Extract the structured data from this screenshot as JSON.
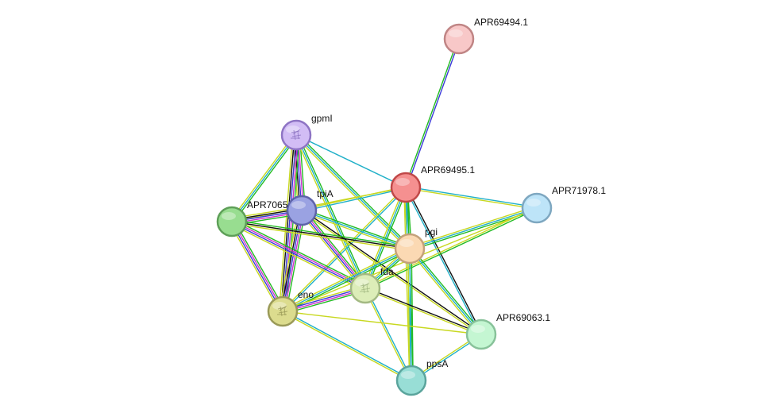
{
  "network": {
    "nodes": [
      {
        "id": "APR69494.1",
        "label": "APR69494.1",
        "color": "#f8c8c8",
        "stroke": "#c08585",
        "texture": false
      },
      {
        "id": "gpmI",
        "label": "gpmI",
        "color": "#d2bdf5",
        "stroke": "#8e74c4",
        "texture": true
      },
      {
        "id": "APR69495.1",
        "label": "APR69495.1",
        "color": "#f59090",
        "stroke": "#c04848",
        "texture": false
      },
      {
        "id": "APR71978.1",
        "label": "APR71978.1",
        "color": "#bde4f8",
        "stroke": "#7ea7c0",
        "texture": false
      },
      {
        "id": "tpiA",
        "label": "tpiA",
        "color": "#9aa2e2",
        "stroke": "#5d63a8",
        "texture": false
      },
      {
        "id": "APR70659",
        "label": "APR7065",
        "color": "#98dd90",
        "stroke": "#5e9f58",
        "texture": false
      },
      {
        "id": "pgi",
        "label": "pgi",
        "color": "#fbd9b3",
        "stroke": "#c4a17a",
        "texture": false
      },
      {
        "id": "fda",
        "label": "fda",
        "color": "#dcedb8",
        "stroke": "#a3b983",
        "texture": true
      },
      {
        "id": "eno",
        "label": "eno",
        "color": "#dcdc8e",
        "stroke": "#9a9a58",
        "texture": true
      },
      {
        "id": "APR69063.1",
        "label": "APR69063.1",
        "color": "#c4f6d2",
        "stroke": "#88c29a",
        "texture": false
      },
      {
        "id": "ppsA",
        "label": "ppsA",
        "color": "#98ded6",
        "stroke": "#5aa49c",
        "texture": false
      }
    ],
    "edges": [
      {
        "a": "APR69494.1",
        "b": "APR69495.1",
        "colors": [
          "#3a3ad8",
          "#22bb22"
        ]
      },
      {
        "a": "gpmI",
        "b": "APR69495.1",
        "colors": [
          "#20b0c8"
        ]
      },
      {
        "a": "gpmI",
        "b": "tpiA",
        "colors": [
          "#22bb22",
          "#cc33cc",
          "#3a3ad8",
          "#111111",
          "#c8d820"
        ]
      },
      {
        "a": "gpmI",
        "b": "APR70659",
        "colors": [
          "#22bb22",
          "#20b0c8",
          "#c8d820"
        ]
      },
      {
        "a": "gpmI",
        "b": "eno",
        "colors": [
          "#22bb22",
          "#cc33cc",
          "#3a3ad8",
          "#111111",
          "#c8d820"
        ]
      },
      {
        "a": "gpmI",
        "b": "fda",
        "colors": [
          "#22bb22",
          "#20b0c8",
          "#c8d820"
        ]
      },
      {
        "a": "gpmI",
        "b": "pgi",
        "colors": [
          "#22bb22",
          "#20b0c8",
          "#c8d820"
        ]
      },
      {
        "a": "APR69495.1",
        "b": "APR71978.1",
        "colors": [
          "#20b0c8",
          "#c8d820"
        ]
      },
      {
        "a": "APR69495.1",
        "b": "tpiA",
        "colors": [
          "#20b0c8",
          "#c8d820"
        ]
      },
      {
        "a": "APR69495.1",
        "b": "APR70659",
        "colors": [
          "#c8d820"
        ]
      },
      {
        "a": "APR69495.1",
        "b": "pgi",
        "colors": [
          "#22bb22",
          "#20b0c8",
          "#c8d820"
        ]
      },
      {
        "a": "APR69495.1",
        "b": "fda",
        "colors": [
          "#22bb22",
          "#20b0c8",
          "#c8d820"
        ]
      },
      {
        "a": "APR69495.1",
        "b": "eno",
        "colors": [
          "#20b0c8",
          "#c8d820"
        ]
      },
      {
        "a": "APR69495.1",
        "b": "APR69063.1",
        "colors": [
          "#111111",
          "#20b0c8"
        ]
      },
      {
        "a": "APR69495.1",
        "b": "ppsA",
        "colors": [
          "#22bb22",
          "#20b0c8",
          "#c8d820"
        ]
      },
      {
        "a": "APR71978.1",
        "b": "pgi",
        "colors": [
          "#22bb22",
          "#20b0c8",
          "#c8d820"
        ]
      },
      {
        "a": "APR71978.1",
        "b": "fda",
        "colors": [
          "#22bb22",
          "#c8d820"
        ]
      },
      {
        "a": "APR71978.1",
        "b": "eno",
        "colors": [
          "#c8d820"
        ]
      },
      {
        "a": "tpiA",
        "b": "APR70659",
        "colors": [
          "#22bb22",
          "#cc33cc",
          "#3a3ad8",
          "#111111",
          "#c8d820"
        ]
      },
      {
        "a": "tpiA",
        "b": "eno",
        "colors": [
          "#22bb22",
          "#cc33cc",
          "#3a3ad8",
          "#111111",
          "#c8d820"
        ]
      },
      {
        "a": "tpiA",
        "b": "fda",
        "colors": [
          "#22bb22",
          "#cc33cc",
          "#3a3ad8",
          "#c8d820"
        ]
      },
      {
        "a": "tpiA",
        "b": "pgi",
        "colors": [
          "#22bb22",
          "#20b0c8",
          "#c8d820"
        ]
      },
      {
        "a": "tpiA",
        "b": "APR69063.1",
        "colors": [
          "#111111",
          "#c8d820"
        ]
      },
      {
        "a": "APR70659",
        "b": "eno",
        "colors": [
          "#22bb22",
          "#cc33cc",
          "#3a3ad8",
          "#c8d820"
        ]
      },
      {
        "a": "APR70659",
        "b": "fda",
        "colors": [
          "#22bb22",
          "#cc33cc",
          "#3a3ad8",
          "#c8d820"
        ]
      },
      {
        "a": "APR70659",
        "b": "pgi",
        "colors": [
          "#22bb22",
          "#111111",
          "#c8d820"
        ]
      },
      {
        "a": "pgi",
        "b": "fda",
        "colors": [
          "#22bb22",
          "#20b0c8",
          "#c8d820"
        ]
      },
      {
        "a": "pgi",
        "b": "eno",
        "colors": [
          "#22bb22",
          "#20b0c8",
          "#c8d820"
        ]
      },
      {
        "a": "pgi",
        "b": "APR69063.1",
        "colors": [
          "#22bb22",
          "#20b0c8",
          "#c8d820"
        ]
      },
      {
        "a": "pgi",
        "b": "ppsA",
        "colors": [
          "#22bb22",
          "#20b0c8",
          "#c8d820"
        ]
      },
      {
        "a": "fda",
        "b": "eno",
        "colors": [
          "#22bb22",
          "#cc33cc",
          "#3a3ad8",
          "#c8d820"
        ]
      },
      {
        "a": "fda",
        "b": "APR69063.1",
        "colors": [
          "#111111",
          "#c8d820"
        ]
      },
      {
        "a": "fda",
        "b": "ppsA",
        "colors": [
          "#20b0c8",
          "#c8d820"
        ]
      },
      {
        "a": "eno",
        "b": "ppsA",
        "colors": [
          "#20b0c8",
          "#c8d820"
        ]
      },
      {
        "a": "eno",
        "b": "APR69063.1",
        "colors": [
          "#c8d820"
        ]
      },
      {
        "a": "APR69063.1",
        "b": "ppsA",
        "colors": [
          "#20b0c8",
          "#c8d820"
        ]
      }
    ]
  }
}
